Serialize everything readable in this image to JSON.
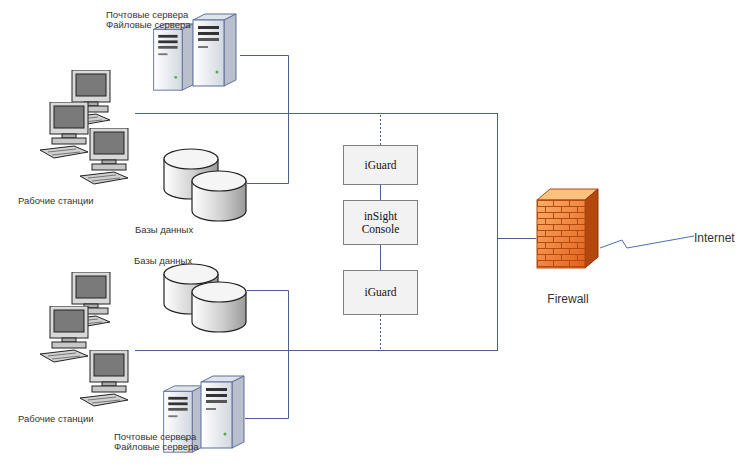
{
  "diagram": {
    "nodes": [
      {
        "text": [
          "Почтовые сервера Файловые сервера"
        ]
      },
      {
        "text": [
          "Рабочие станции"
        ]
      },
      {
        "text": [
          "Базы данных"
        ]
      },
      {
        "text": [
          "iGuard"
        ]
      },
      {
        "text": [
          "inSight Console"
        ]
      },
      {
        "text": [
          "iGuard"
        ]
      },
      {
        "text": [
          "Firewall"
        ]
      },
      {
        "text": [
          "Internet"
        ]
      },
      {
        "text": [
          "Базы данных"
        ]
      },
      {
        "text": [
          "Рабочие станции"
        ]
      },
      {
        "text": [
          "Почтовые сервера Файловые сервера"
        ]
      }
    ],
    "edges": [
      {
        "from": 0,
        "to": 6,
        "arrow": "none"
      },
      {
        "from": 1,
        "to": 6,
        "arrow": "none"
      },
      {
        "from": 2,
        "to": 6,
        "arrow": "none"
      },
      {
        "from": 3,
        "to": 6,
        "arrow": "none"
      },
      {
        "from": 3,
        "to": 4,
        "arrow": "none"
      },
      {
        "from": 4,
        "to": 5,
        "arrow": "none"
      },
      {
        "from": 5,
        "to": 6,
        "arrow": "none"
      },
      {
        "from": 6,
        "to": 7,
        "arrow": "none"
      },
      {
        "from": 8,
        "to": 6,
        "arrow": "none"
      },
      {
        "from": 9,
        "to": 6,
        "arrow": "none"
      },
      {
        "from": 10,
        "to": 6,
        "arrow": "none"
      }
    ]
  }
}
